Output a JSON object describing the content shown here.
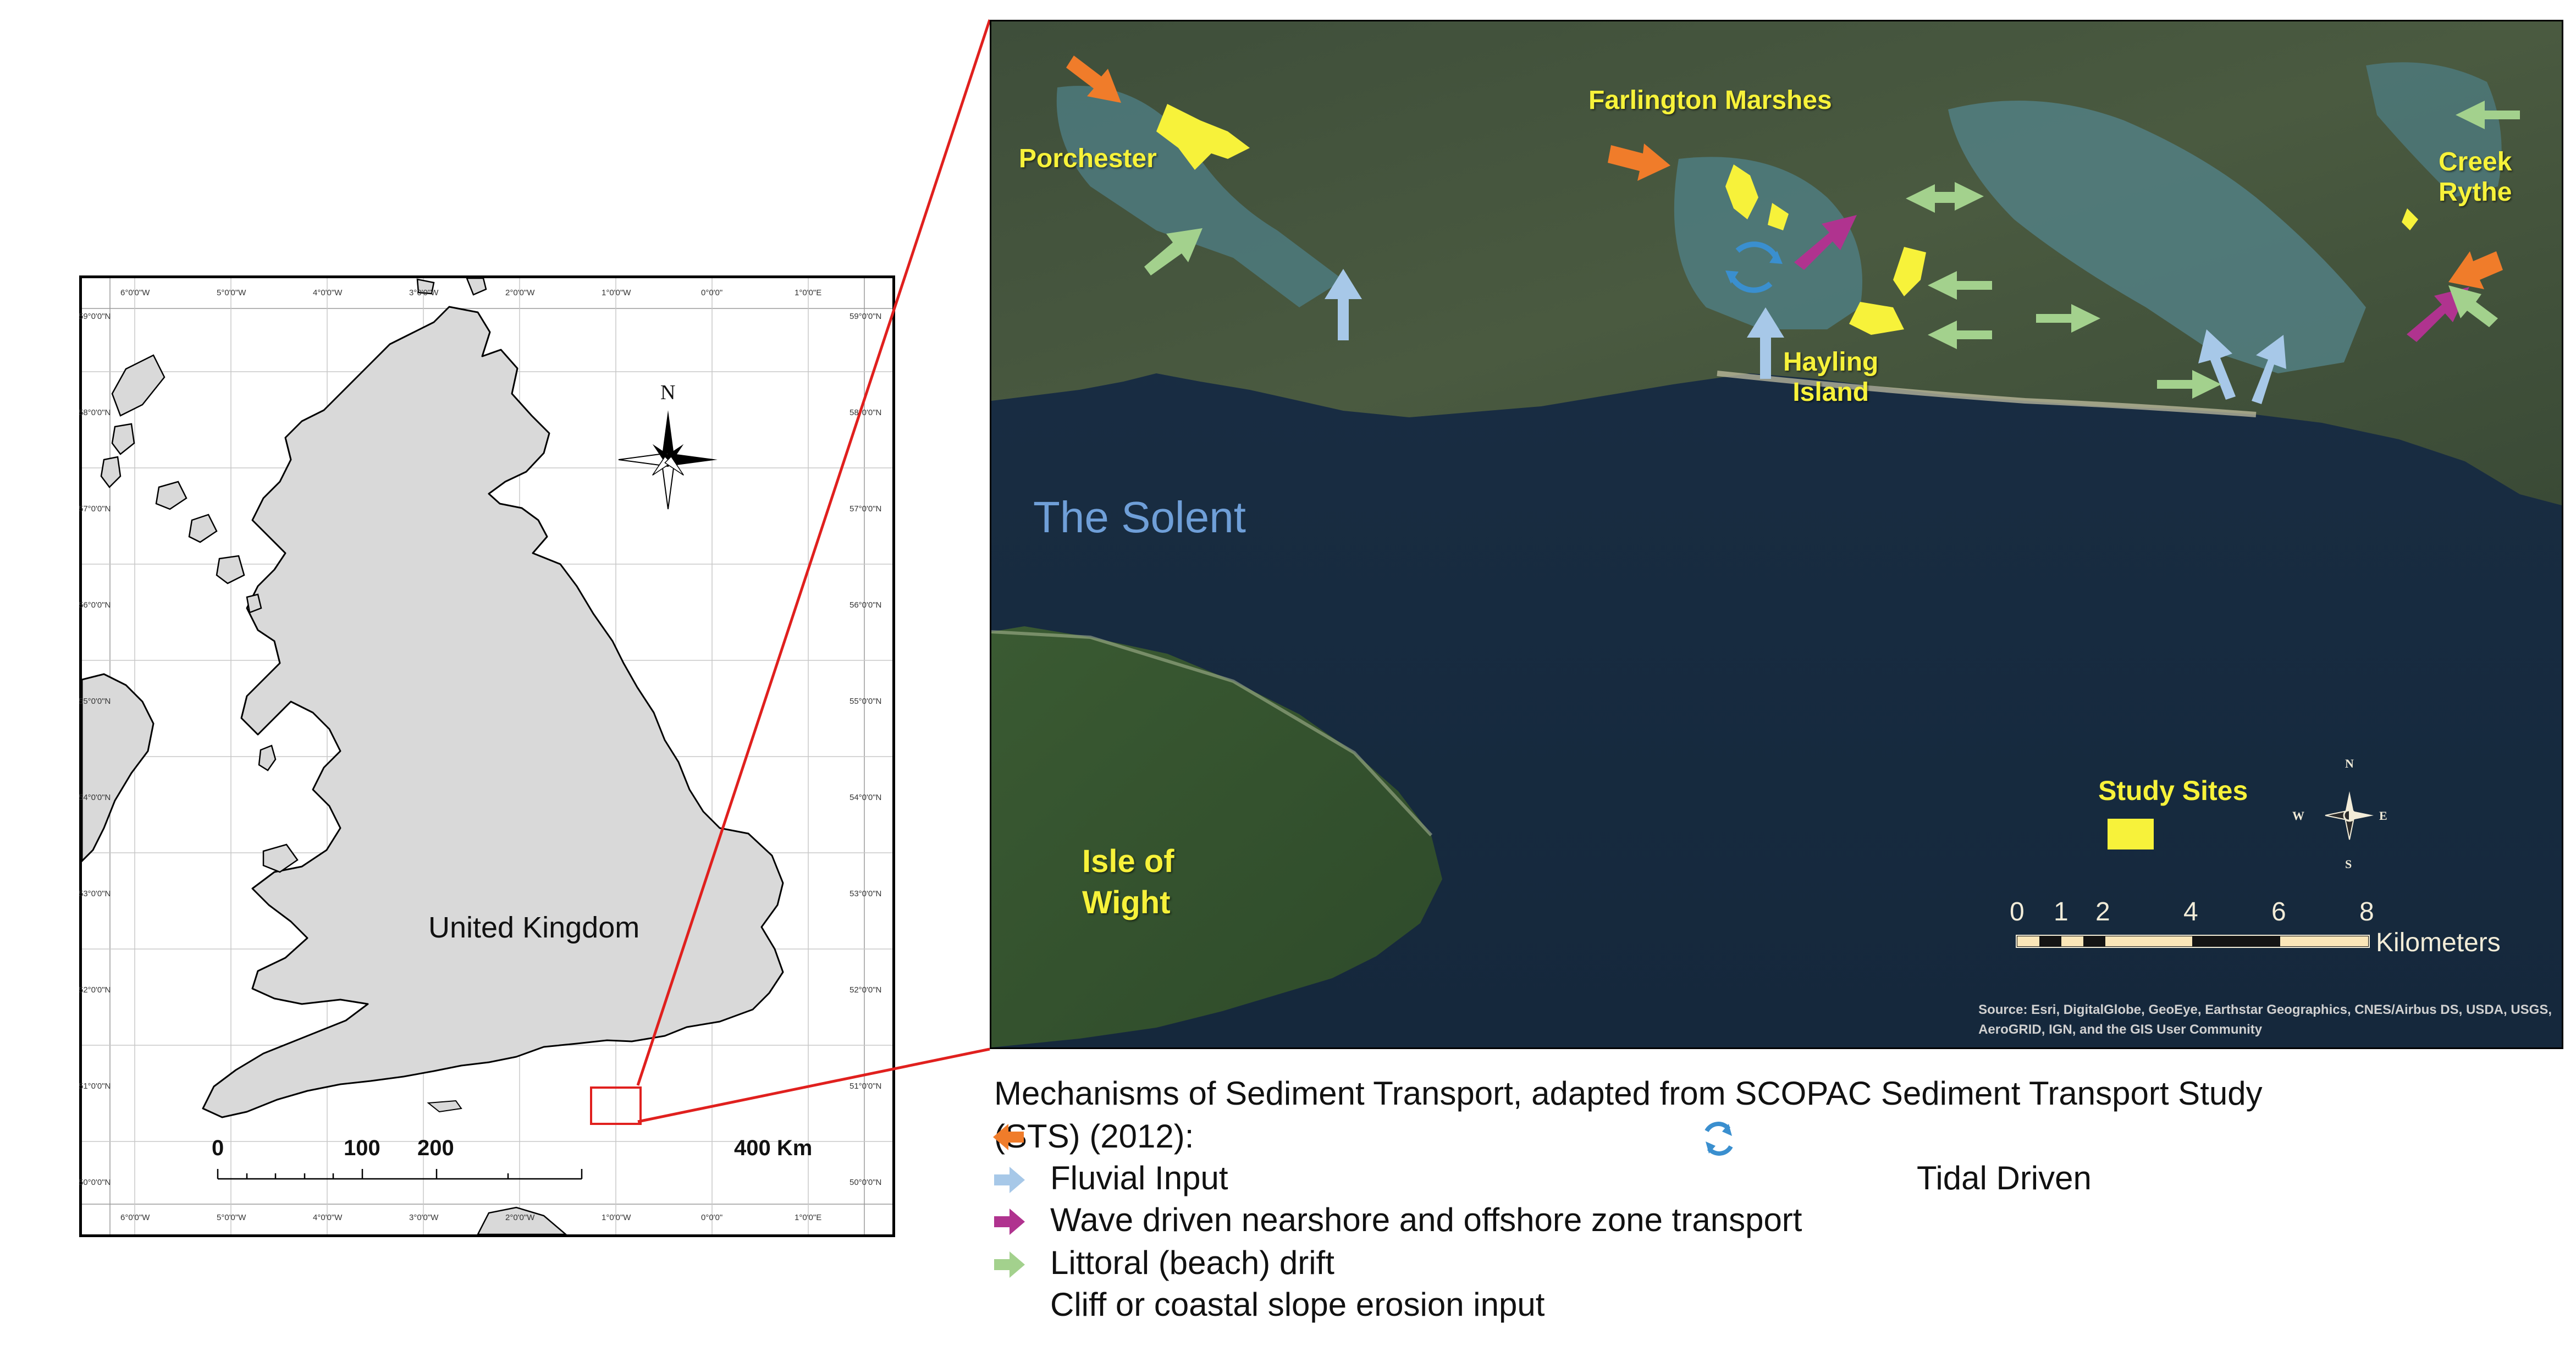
{
  "uk_map": {
    "country_label": "United Kingdom",
    "north_label": "N",
    "longitude_ticks": [
      "6°0'0\"W",
      "5°0'0\"W",
      "4°0'0\"W",
      "3°0'0\"W",
      "2°0'0\"W",
      "1°0'0\"W",
      "0°0'0\"",
      "1°0'0\"E"
    ],
    "latitude_ticks": [
      "59°0'0\"N",
      "58°0'0\"N",
      "57°0'0\"N",
      "56°0'0\"N",
      "55°0'0\"N",
      "54°0'0\"N",
      "53°0'0\"N",
      "52°0'0\"N",
      "51°0'0\"N",
      "50°0'0\"N"
    ],
    "scale_labels": [
      "0",
      "100",
      "200",
      "400 Km"
    ]
  },
  "site_map": {
    "places": {
      "porchester": "Porchester",
      "farlington": "Farlington Marshes",
      "hayling": "Hayling\nIsland",
      "creek_rythe": "Creek\nRythe"
    },
    "water_label": "The Solent",
    "island_label": "Isle of\nWight",
    "study_sites_label": "Study Sites",
    "study_sites_color": "#f7f23a",
    "compass": {
      "n": "N",
      "s": "S",
      "e": "E",
      "w": "W"
    },
    "scale": {
      "ticks": [
        "0",
        "1",
        "2",
        "4",
        "6",
        "8"
      ],
      "unit": "Kilometers"
    },
    "credit_line1": "Source: Esri, DigitalGlobe, GeoEye, Earthstar Geographics, CNES/Airbus DS, USDA, USGS,",
    "credit_line2": "AeroGRID, IGN, and the GIS User Community"
  },
  "legend": {
    "title_line1": "Mechanisms of Sediment Transport, adapted from SCOPAC Sediment Transport Study",
    "title_line2": "(STS)  (2012):",
    "items": [
      {
        "label": "Fluvial Input",
        "color": "#a7c8e8"
      },
      {
        "label": "Wave driven nearshore and offshore zone transport",
        "color": "#b0338f"
      },
      {
        "label": "Littoral (beach) drift",
        "color": "#a3d18d"
      },
      {
        "label": "Cliff or coastal slope erosion input",
        "color": "#f07c2a"
      }
    ],
    "tidal_label": "Tidal Driven",
    "tidal_color": "#3a8fcf"
  }
}
